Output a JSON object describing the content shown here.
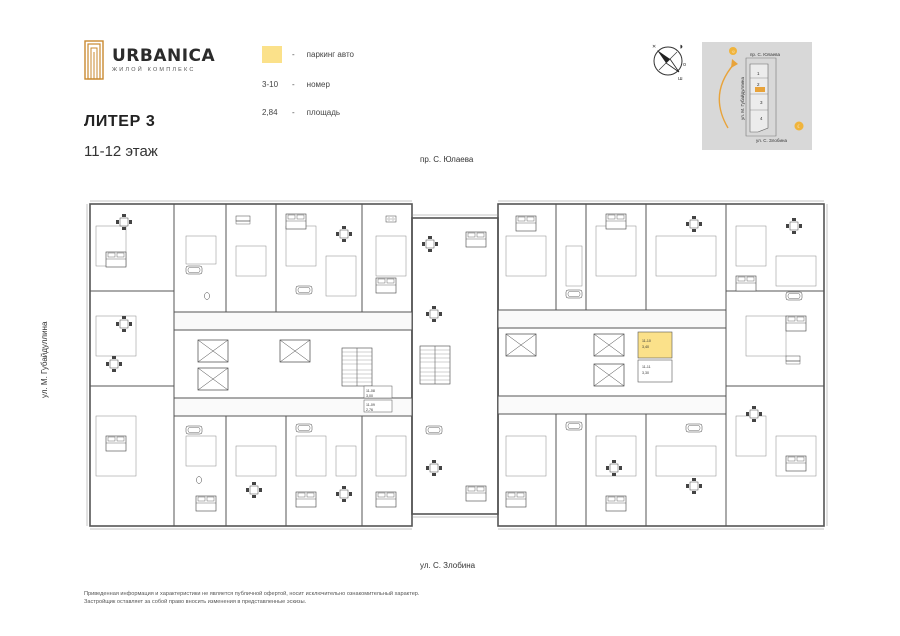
{
  "brand": {
    "name": "URBANICA",
    "tagline": "ЖИЛОЙ КОМПЛЕКС"
  },
  "heading": {
    "building": "ЛИТЕР 3",
    "floor": "11-12 этаж"
  },
  "legend": {
    "parking": {
      "dash": "-",
      "text": "паркинг авто"
    },
    "number": {
      "sample": "3-10",
      "dash": "-",
      "text": "номер"
    },
    "area": {
      "sample": "2,84",
      "dash": "-",
      "text": "площадь"
    }
  },
  "streets": {
    "top": "пр. С. Юлаева",
    "bottom": "ул. С. Злобина",
    "left": "ул. М. Губайдуллина"
  },
  "minimap": {
    "street_top": "пр. С. Юлаева",
    "street_side": "ул. М. Губайдуллина",
    "street_bottom": "ул. С. Злобина",
    "blocks": [
      "1",
      "2",
      "3",
      "4"
    ]
  },
  "units": {
    "u1": {
      "number": "11-10",
      "area": "3,40"
    },
    "u2": {
      "number": "11-11",
      "area": "3,30"
    },
    "u3": {
      "number": "11-08",
      "area": "3,00"
    },
    "u4": {
      "number": "11-09",
      "area": "2,76"
    }
  },
  "colors": {
    "parking": "#fbe18a",
    "accent": "#e8a33a",
    "wall": "#555555",
    "minimap_bg": "#d8d8d8"
  },
  "disclaimer": [
    "Приведенная информация и характеристики не является публичной офертой, носит исключительно ознакомительный характер.",
    "Застройщик оставляет за собой право вносить изменения в представленные эскизы."
  ]
}
